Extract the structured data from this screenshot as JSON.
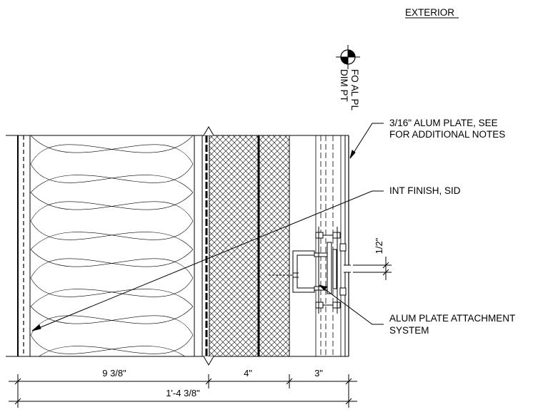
{
  "title": "EXTERIOR",
  "datum": {
    "line1": "FO AL PL",
    "line2": "DIM PT"
  },
  "notes": {
    "alum_plate": {
      "line1": "3/16\" ALUM PLATE, SEE",
      "line2": "FOR ADDITIONAL NOTES"
    },
    "int_finish": {
      "line1": "INT FINISH, SID"
    },
    "attachment": {
      "line1": "ALUM PLATE ATTACHMENT",
      "line2": "SYSTEM"
    }
  },
  "dimensions": {
    "stud": "9 3/8\"",
    "insulation": "4\"",
    "cavity": "3\"",
    "overall": "1'-4 3/8\"",
    "reveal": "1/2\""
  },
  "colors": {
    "line": "#000000",
    "background": "#ffffff"
  }
}
